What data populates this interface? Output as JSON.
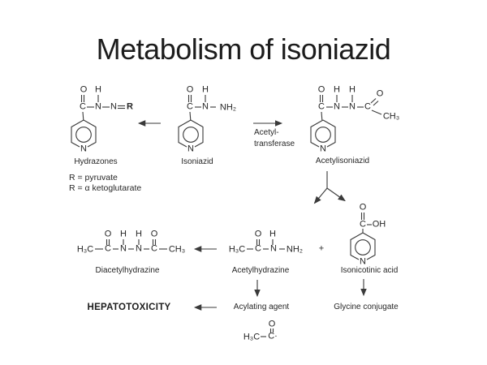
{
  "title": "Metabolism of isoniazid",
  "colors": {
    "ink": "#262626",
    "line": "#3a3a3a",
    "background": "#ffffff"
  },
  "molecules": {
    "hydrazones": {
      "name": "Hydrazones",
      "atoms": {
        "o": "O",
        "h": "H",
        "c": "C",
        "n1": "N",
        "n2": "N",
        "r": "R",
        "ring_n": "N"
      }
    },
    "isoniazid": {
      "name": "Isoniazid",
      "atoms": {
        "o": "O",
        "h": "H",
        "c": "C",
        "n": "N",
        "nh2": "NH₂",
        "ring_n": "N"
      }
    },
    "acetylisoniazid": {
      "name": "Acetylisoniazid",
      "atoms": {
        "o1": "O",
        "h1": "H",
        "h2": "H",
        "c1": "C",
        "n1": "N",
        "n2": "N",
        "c2": "C",
        "o2": "O",
        "ch3": "CH₃",
        "ring_n": "N"
      }
    },
    "diacetylhydrazine": {
      "name": "Diacetylhydrazine",
      "atoms": {
        "o1": "O",
        "h1": "H",
        "h2": "H",
        "o2": "O",
        "h3c": "H₃C",
        "c1": "C",
        "n1": "N",
        "n2": "N",
        "c2": "C",
        "ch3": "CH₃"
      }
    },
    "acetylhydrazine": {
      "name": "Acetylhydrazine",
      "atoms": {
        "o": "O",
        "h": "H",
        "h3c": "H₃C",
        "c": "C",
        "n": "N",
        "nh2": "NH₂"
      }
    },
    "isonicotinic_acid": {
      "name": "Isonicotinic acid",
      "atoms": {
        "o": "O",
        "c": "C",
        "oh": "OH",
        "ring_n": "N"
      }
    },
    "acetyl_radical": {
      "atoms": {
        "o": "O",
        "h3c": "H₃C",
        "c": "C·"
      }
    }
  },
  "annotations": {
    "r_note1": "R = pyruvate",
    "r_note2": "R = α ketoglutarate",
    "enzyme_line1": "Acetyl-",
    "enzyme_line2": "transferase",
    "plus": "+",
    "hepatotoxicity": "HEPATOTOXICITY",
    "acylating_agent": "Acylating agent",
    "glycine_conjugate": "Glycine conjugate"
  }
}
